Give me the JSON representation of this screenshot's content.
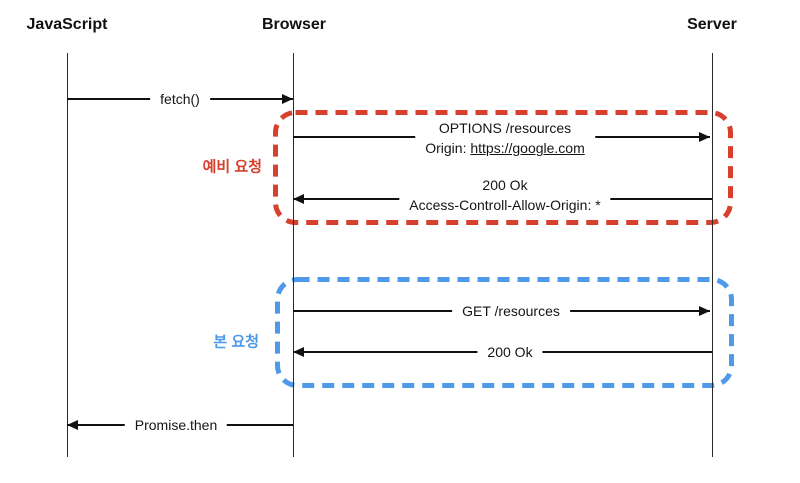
{
  "actors": [
    {
      "label": "JavaScript"
    },
    {
      "label": "Browser"
    },
    {
      "label": "Server"
    }
  ],
  "messages": {
    "fetch": "fetch()",
    "preflight_request": {
      "line1": "OPTIONS /resources",
      "line2_prefix": "Origin: ",
      "line2_url": "https://google.com"
    },
    "preflight_response": {
      "line1": "200 Ok",
      "line2": "Access-Controll-Allow-Origin: *"
    },
    "main_request": "GET /resources",
    "main_response": "200 Ok",
    "promise": "Promise.then"
  },
  "groups": {
    "preflight": {
      "label": "예비 요청",
      "color": "#d6402d"
    },
    "main": {
      "label": "본 요청",
      "color": "#4f9ae8"
    }
  }
}
